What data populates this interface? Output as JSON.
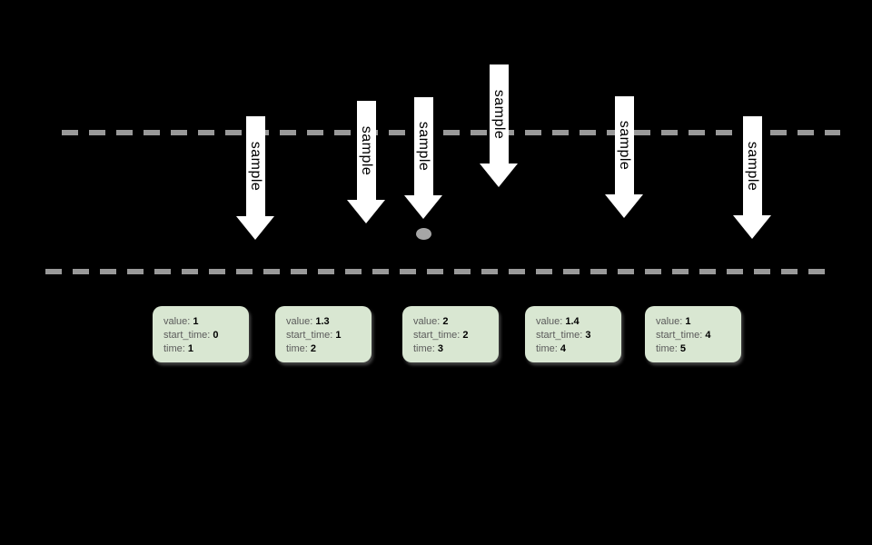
{
  "diagram": {
    "arrow_labels": [
      "sample",
      "sample",
      "sample",
      "sample",
      "sample",
      "sample"
    ],
    "field_labels": {
      "value": "value:",
      "start_time": "start_time:",
      "time": "time:"
    },
    "samples": [
      {
        "value": "1",
        "start_time": "0",
        "time": "1"
      },
      {
        "value": "1.3",
        "start_time": "1",
        "time": "2"
      },
      {
        "value": "2",
        "start_time": "2",
        "time": "3"
      },
      {
        "value": "1.4",
        "start_time": "3",
        "time": "4"
      },
      {
        "value": "1",
        "start_time": "4",
        "time": "5"
      }
    ],
    "colors": {
      "background": "#000000",
      "dashed_line": "#999999",
      "arrow_fill": "#ffffff",
      "arrow_text": "#000000",
      "card_background": "#d9e7d2",
      "card_label": "#5b5b5b",
      "card_value": "#000000",
      "dot": "#a6a6a6"
    }
  }
}
